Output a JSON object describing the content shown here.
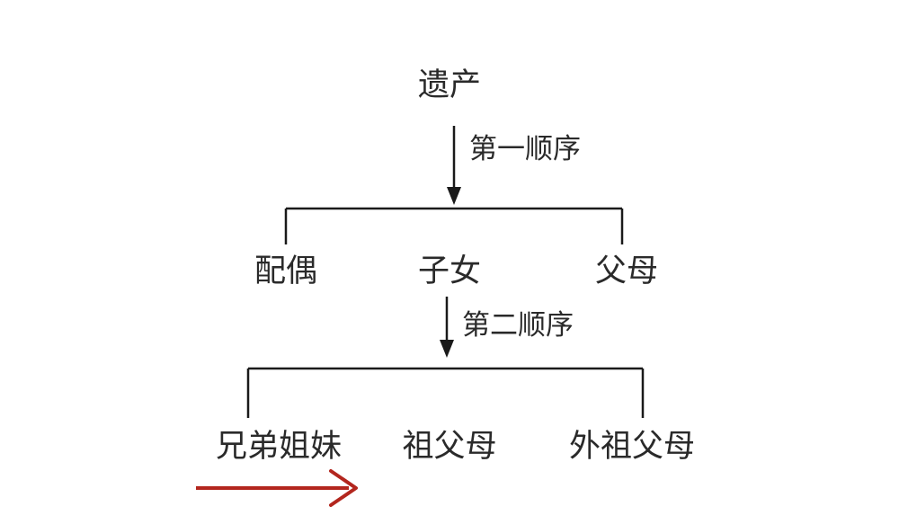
{
  "diagram": {
    "root": "遗产",
    "order1_label": "第一顺序",
    "order1_heirs": [
      "配偶",
      "子女",
      "父母"
    ],
    "order2_label": "第二顺序",
    "order2_heirs": [
      "兄弟姐妹",
      "祖父母",
      "外祖父母"
    ]
  },
  "colors": {
    "line": "#1a1a1a",
    "text": "#2a2a2a",
    "pointer_arrow": "#b3261e"
  },
  "icons": {
    "pointer": "right-arrow-icon"
  }
}
